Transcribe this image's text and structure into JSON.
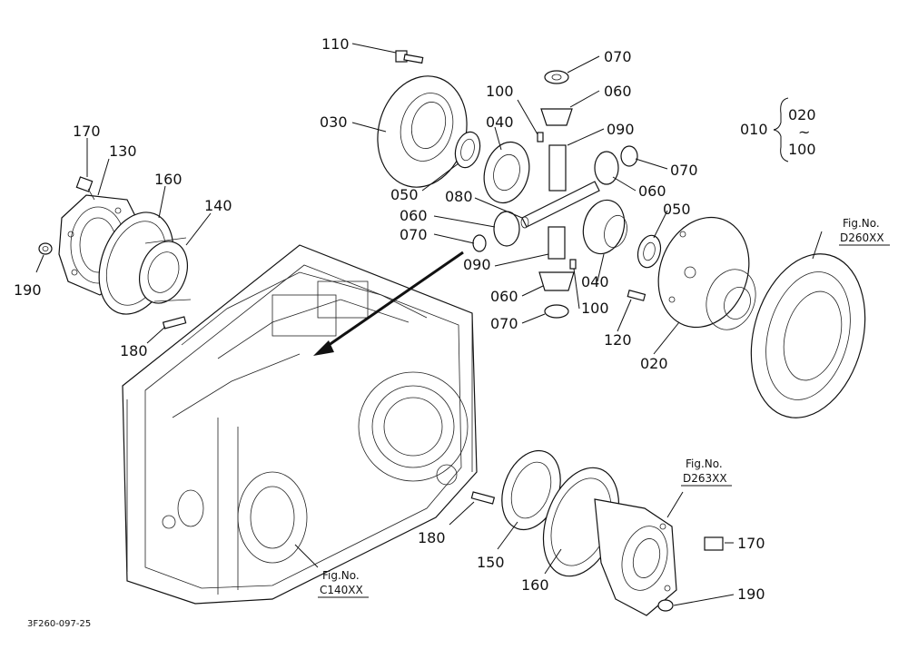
{
  "diagram": {
    "drawing_code": "3F260-097-25",
    "callouts": [
      {
        "id": "c110",
        "text": "110"
      },
      {
        "id": "c030",
        "text": "030"
      },
      {
        "id": "c050a",
        "text": "050"
      },
      {
        "id": "c100a",
        "text": "100"
      },
      {
        "id": "c040a",
        "text": "040"
      },
      {
        "id": "c070a",
        "text": "070"
      },
      {
        "id": "c060a",
        "text": "060"
      },
      {
        "id": "c090a",
        "text": "090"
      },
      {
        "id": "c070b",
        "text": "070"
      },
      {
        "id": "c060b",
        "text": "060"
      },
      {
        "id": "c080",
        "text": "080"
      },
      {
        "id": "c060c",
        "text": "060"
      },
      {
        "id": "c070c",
        "text": "070"
      },
      {
        "id": "c050b",
        "text": "050"
      },
      {
        "id": "c090b",
        "text": "090"
      },
      {
        "id": "c040b",
        "text": "040"
      },
      {
        "id": "c060d",
        "text": "060"
      },
      {
        "id": "c100b",
        "text": "100"
      },
      {
        "id": "c070d",
        "text": "070"
      },
      {
        "id": "c120",
        "text": "120"
      },
      {
        "id": "c020",
        "text": "020"
      },
      {
        "id": "c170a",
        "text": "170"
      },
      {
        "id": "c130",
        "text": "130"
      },
      {
        "id": "c160a",
        "text": "160"
      },
      {
        "id": "c140",
        "text": "140"
      },
      {
        "id": "c190a",
        "text": "190"
      },
      {
        "id": "c180a",
        "text": "180"
      },
      {
        "id": "c180b",
        "text": "180"
      },
      {
        "id": "c150",
        "text": "150"
      },
      {
        "id": "c160b",
        "text": "160"
      },
      {
        "id": "c170b",
        "text": "170"
      },
      {
        "id": "c190b",
        "text": "190"
      }
    ],
    "group_bracket": {
      "left": "010",
      "top": "020",
      "tilde": "~",
      "bottom": "100"
    },
    "figure_refs": [
      {
        "id": "fig-d260",
        "line1": "Fig.No.",
        "line2": "D260XX"
      },
      {
        "id": "fig-d263",
        "line1": "Fig.No.",
        "line2": "D263XX"
      },
      {
        "id": "fig-c140",
        "line1": "Fig.No.",
        "line2": "C140XX"
      }
    ]
  }
}
